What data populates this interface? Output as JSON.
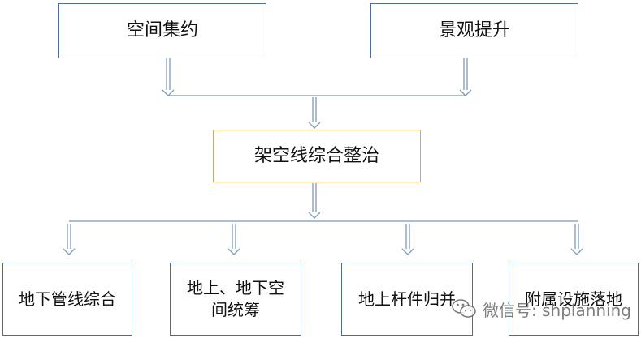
{
  "diagram": {
    "top_nodes": [
      {
        "label": "空间集约"
      },
      {
        "label": "景观提升"
      }
    ],
    "center_node": {
      "label": "架空线综合整治"
    },
    "bottom_nodes": [
      {
        "label": "地下管线综合"
      },
      {
        "label_line1": "地上、地下空",
        "label_line2": "间统筹"
      },
      {
        "label": "地上杆件归并"
      },
      {
        "label": "附属设施落地"
      }
    ]
  },
  "watermark": {
    "text": "微信号: shplanning",
    "icon": "wechat-icon"
  },
  "colors": {
    "top_border": "#4a6d9c",
    "center_border": "#e8a060",
    "connector": "#7f98b8",
    "text": "#111111"
  }
}
